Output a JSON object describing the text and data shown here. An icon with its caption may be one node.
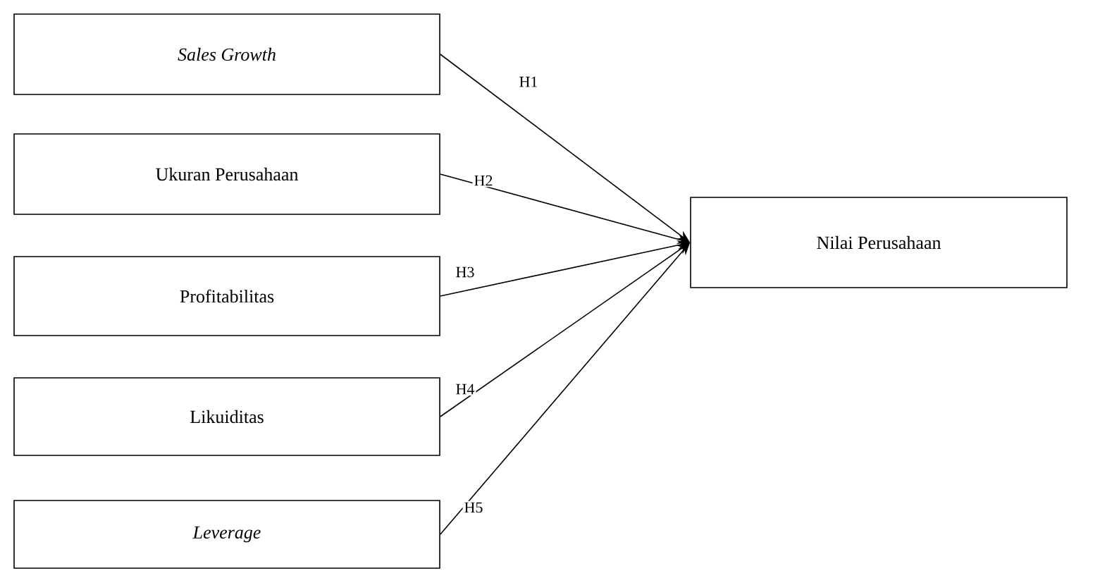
{
  "diagram": {
    "nodes": [
      {
        "text": [
          "Sales Growth"
        ]
      },
      {
        "text": [
          "Ukuran Perusahaan"
        ]
      },
      {
        "text": [
          "Profitabilitas"
        ]
      },
      {
        "text": [
          "Likuiditas"
        ]
      },
      {
        "text": [
          "Leverage"
        ]
      },
      {
        "text": [
          "Nilai Perusahaan"
        ]
      }
    ],
    "edges": [
      {
        "from": 0,
        "to": 5,
        "arrow": "to",
        "label": "H1"
      },
      {
        "from": 1,
        "to": 5,
        "arrow": "to",
        "label": "H2"
      },
      {
        "from": 2,
        "to": 5,
        "arrow": "to",
        "label": "H3"
      },
      {
        "from": 3,
        "to": 5,
        "arrow": "to",
        "label": "H4"
      },
      {
        "from": 4,
        "to": 5,
        "arrow": "to",
        "label": "H5"
      }
    ]
  }
}
